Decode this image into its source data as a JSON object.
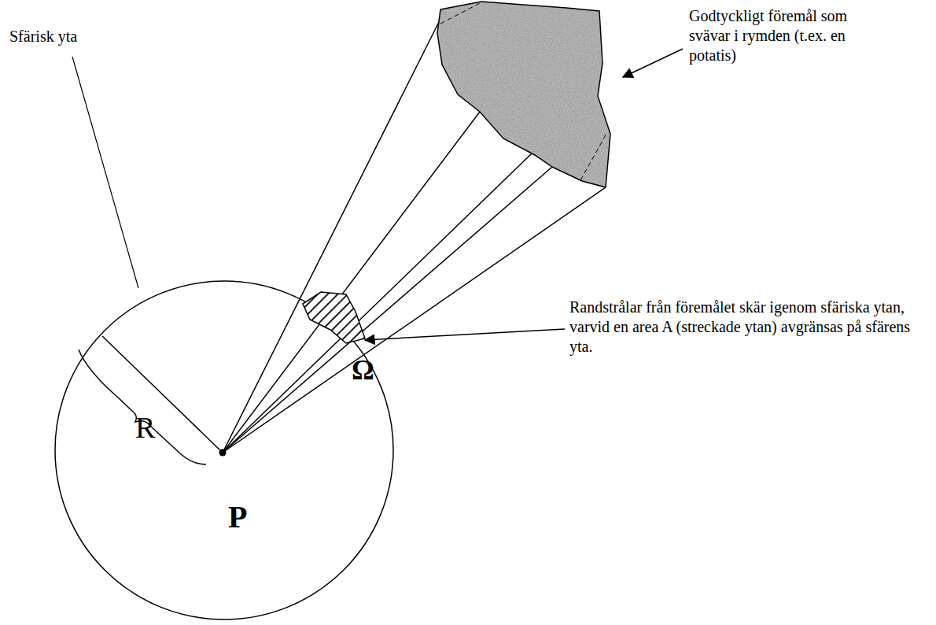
{
  "diagram": {
    "labels": [
      "Sfärisk yta",
      "Godtyckligt föremål som svävar i rymden (t.ex. en potatis)",
      "Randstrålar från föremålet skär igenom sfäriska ytan, varvid en area A (streckade ytan) avgränsas på sfärens yta.",
      "R",
      "Ω",
      "P"
    ]
  }
}
